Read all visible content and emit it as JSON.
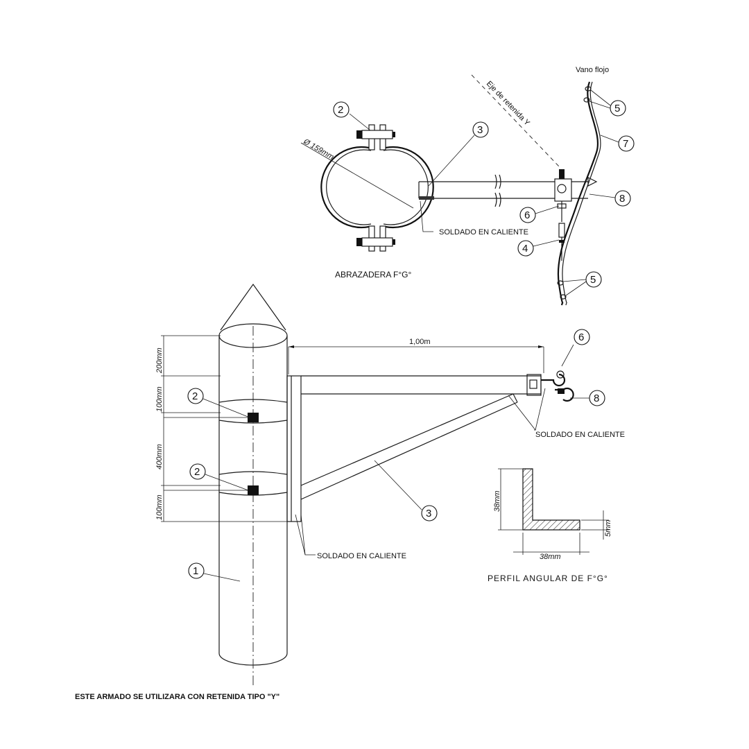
{
  "labels": {
    "vano_flojo": "Vano flojo",
    "eje_retenida": "Eje de retenida Y",
    "diametro": "Ø 159mm",
    "soldado_top": "SOLDADO EN CALIENTE",
    "abrazadera": "ABRAZADERA F°G°",
    "soldado_right": "SOLDADO EN CALIENTE",
    "soldado_bottom": "SOLDADO EN CALIENTE",
    "perfil": "PERFIL ANGULAR DE F°G°",
    "note": "ESTE ARMADO SE UTILIZARA CON RETENIDA TIPO \"Y\""
  },
  "dimensions": {
    "d_200": "200mm",
    "d_100a": "100mm",
    "d_400": "400mm",
    "d_100b": "100mm",
    "d_1m": "1,00m",
    "profile_h": "38mm",
    "profile_w": "38mm",
    "profile_t": "5mm"
  },
  "callouts": {
    "c2_top": "2",
    "c3_top": "3",
    "c5_top": "5",
    "c7": "7",
    "c8_top": "8",
    "c6_top": "6",
    "c4": "4",
    "c5_bot": "5",
    "c6_bot": "6",
    "c8_bot": "8",
    "c2_a": "2",
    "c2_b": "2",
    "c3_bot": "3",
    "c1": "1"
  }
}
